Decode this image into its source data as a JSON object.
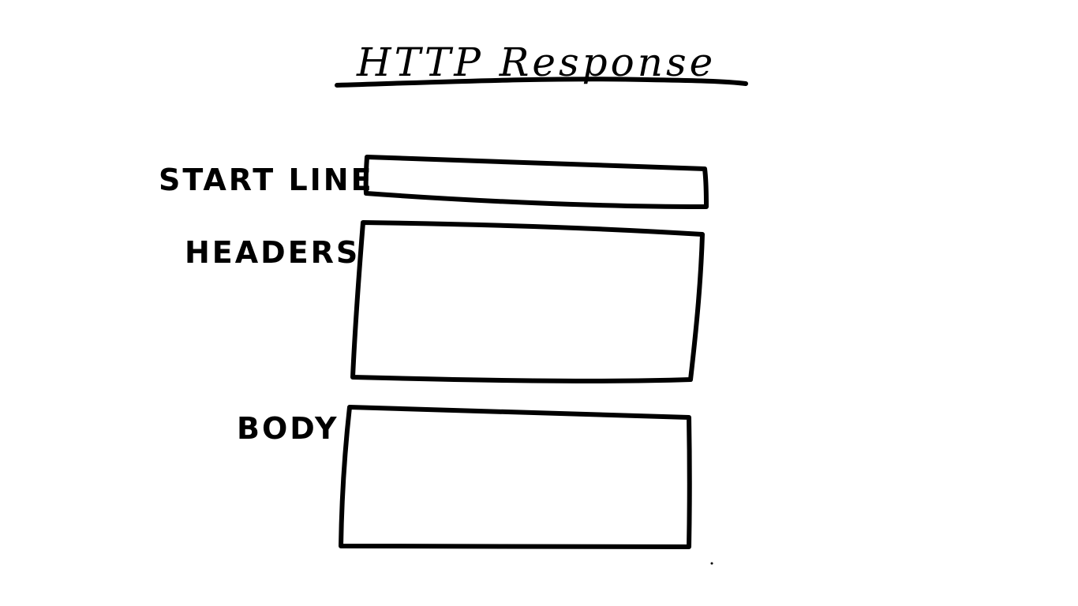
{
  "diagram": {
    "title": "HTTP Response",
    "sections": [
      {
        "label": "START LINE"
      },
      {
        "label": "HEADERS"
      },
      {
        "label": "BODY"
      }
    ],
    "ink_color": "#000000",
    "background_color": "#ffffff"
  }
}
